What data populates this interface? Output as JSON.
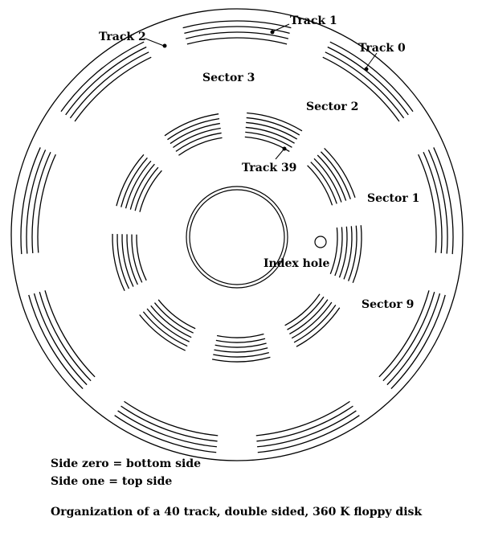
{
  "labels": {
    "track_0": "Track 0",
    "track_1": "Track 1",
    "track_2": "Track 2",
    "track_39": "Track 39",
    "sector_1": "Sector 1",
    "sector_2": "Sector 2",
    "sector_3": "Sector 3",
    "sector_9": "Sector 9",
    "index_hole": "Index hole"
  },
  "notes": {
    "side_zero": "Side zero = bottom side",
    "side_one": "Side one = top side"
  },
  "caption": "Organization of a 40 track, double sided, 360 K floppy disk",
  "sector_count": 9,
  "colors": {
    "ink": "#000000",
    "background": "#ffffff"
  }
}
